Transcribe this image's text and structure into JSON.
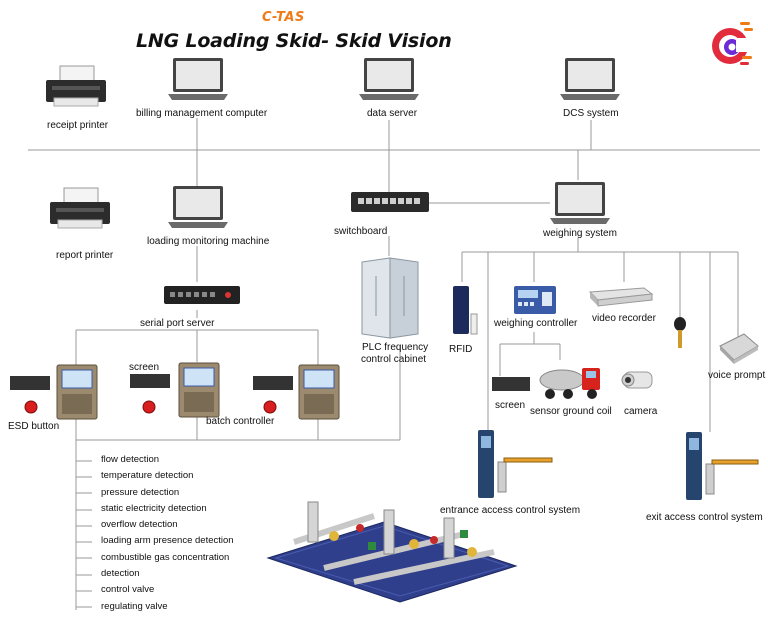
{
  "header": {
    "brand": "C-TAS",
    "title": "LNG Loading Skid- Skid Vision"
  },
  "colors": {
    "brand": "#f07a16",
    "line": "#9a9a9a"
  },
  "labels": {
    "receipt_printer": "receipt printer",
    "billing_computer": "billing management computer",
    "data_server": "data server",
    "dcs_system": "DCS system",
    "report_printer": "report printer",
    "loading_monitoring": "loading monitoring machine",
    "switchboard": "switchboard",
    "weighing_system": "weighing system",
    "serial_port_server": "serial port server",
    "plc_cabinet_line1": "PLC frequency",
    "plc_cabinet_line2": "control cabinet",
    "rfid": "RFID",
    "weighing_controller": "weighing controller",
    "video_recorder": "video recorder",
    "voice_prompt": "voice prompt",
    "screen_top": "screen",
    "esd_button": "ESD button",
    "batch_controller": "batch controller",
    "screen_bottom": "screen",
    "sensor_ground_coil": "sensor ground coil",
    "camera": "camera",
    "entrance_access": "entrance access control system",
    "exit_access": "exit access control system"
  },
  "detections": [
    "flow detection",
    "temperature detection",
    "pressure detection",
    "static electricity detection",
    "overflow detection",
    "loading arm presence detection",
    "combustible gas concentration",
    "detection",
    "control valve",
    "regulating valve"
  ]
}
